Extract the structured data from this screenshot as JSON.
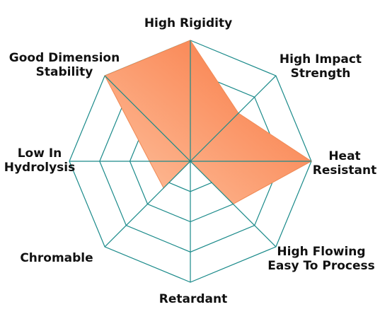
{
  "chart_data": {
    "type": "radar",
    "axes": [
      {
        "key": "rigidity",
        "lines": [
          "High Rigidity"
        ]
      },
      {
        "key": "impact",
        "lines": [
          "High Impact",
          "Strength"
        ]
      },
      {
        "key": "heat",
        "lines": [
          "Heat",
          "Resistant"
        ]
      },
      {
        "key": "flowing",
        "lines": [
          "High Flowing",
          "Easy To Process"
        ]
      },
      {
        "key": "retardant",
        "lines": [
          "Retardant"
        ]
      },
      {
        "key": "chromable",
        "lines": [
          "Chromable"
        ]
      },
      {
        "key": "hydrolysis",
        "lines": [
          "Low In",
          "Hydrolysis"
        ]
      },
      {
        "key": "dimension",
        "lines": [
          "Good Dimension",
          "Stability"
        ]
      }
    ],
    "levels": 4,
    "max": 4,
    "values": [
      4,
      2.25,
      4,
      2,
      0,
      1.25,
      1.35,
      4
    ],
    "colors": {
      "grid": "#1a8a8a",
      "fill_light": "#fdc3a0",
      "fill_dark": "#f9733c",
      "fill_edge": "#f08a55"
    }
  }
}
